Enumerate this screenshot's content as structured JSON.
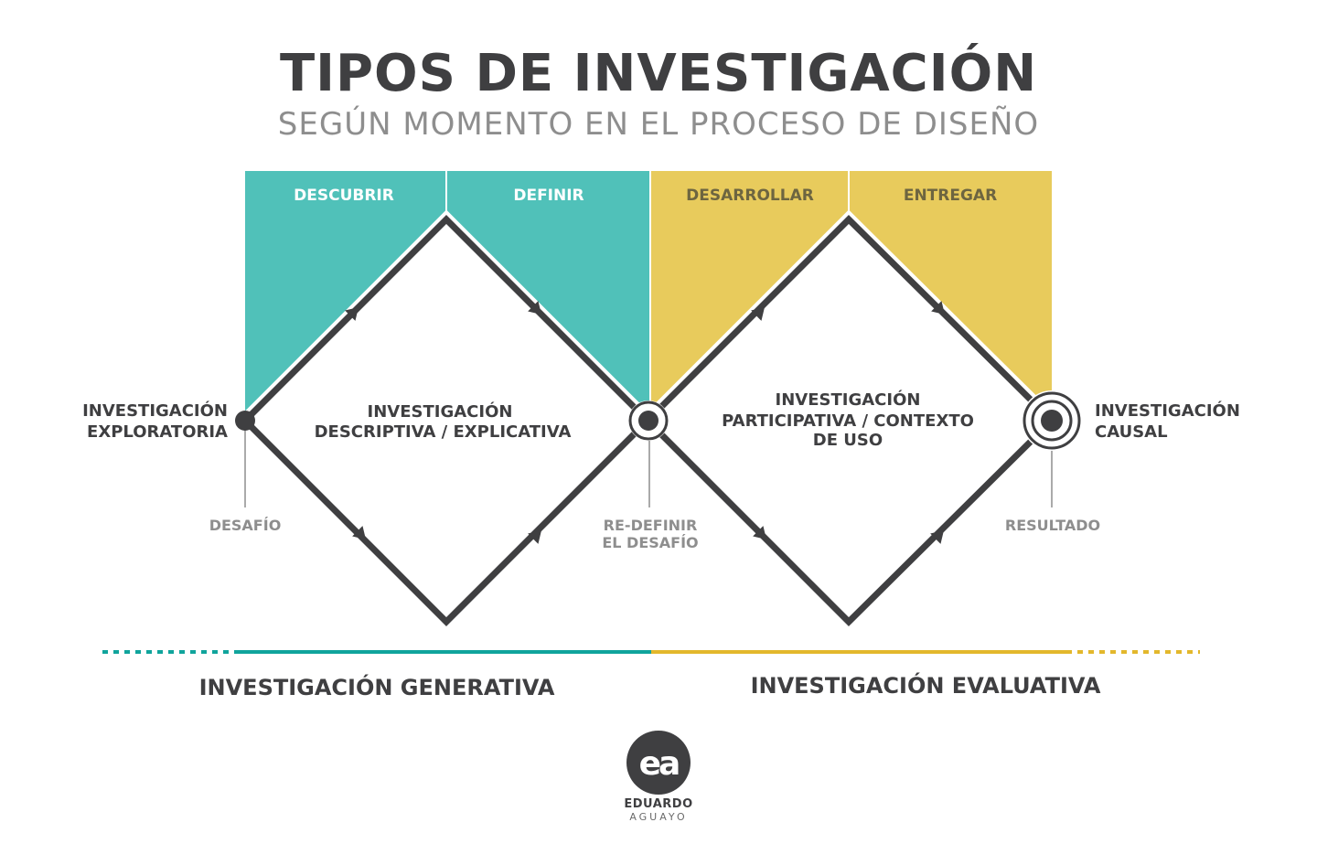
{
  "header": {
    "title": "TIPOS DE INVESTIGACIÓN",
    "subtitle": "SEGÚN MOMENTO EN EL PROCESO DE DISEÑO"
  },
  "phases": [
    {
      "label": "DESCUBRIR",
      "color": "#50c1b9"
    },
    {
      "label": "DEFINIR",
      "color": "#50c1b9"
    },
    {
      "label": "DESARROLLAR",
      "color": "#e8cb5c"
    },
    {
      "label": "ENTREGAR",
      "color": "#e8cb5c"
    }
  ],
  "inner_labels": {
    "left_diamond": [
      "INVESTIGACIÓN",
      "DESCRIPTIVA / EXPLICATIVA"
    ],
    "right_diamond": [
      "INVESTIGACIÓN",
      "PARTICIPATIVA / CONTEXTO",
      "DE USO"
    ]
  },
  "side_labels": {
    "exploratory": [
      "INVESTIGACIÓN",
      "EXPLORATORIA"
    ],
    "causal": [
      "INVESTIGACIÓN",
      "CAUSAL"
    ]
  },
  "milestones": {
    "challenge": "DESAFÍO",
    "redefine": [
      "RE-DEFINIR",
      "EL DESAFÍO"
    ],
    "result": "RESULTADO"
  },
  "bottom_labels": {
    "generative": "INVESTIGACIÓN GENERATIVA",
    "evaluative": "INVESTIGACIÓN EVALUATIVA"
  },
  "colors": {
    "teal": "#50c1b9",
    "teal_line": "#10a49c",
    "yellow": "#e8cb5c",
    "yellow_line": "#e3b82c",
    "dark": "#3f3f41",
    "gray": "#8e8e8e"
  },
  "logo": {
    "mark": "ea",
    "name": "EDUARDO",
    "surname": "AGUAYO"
  }
}
